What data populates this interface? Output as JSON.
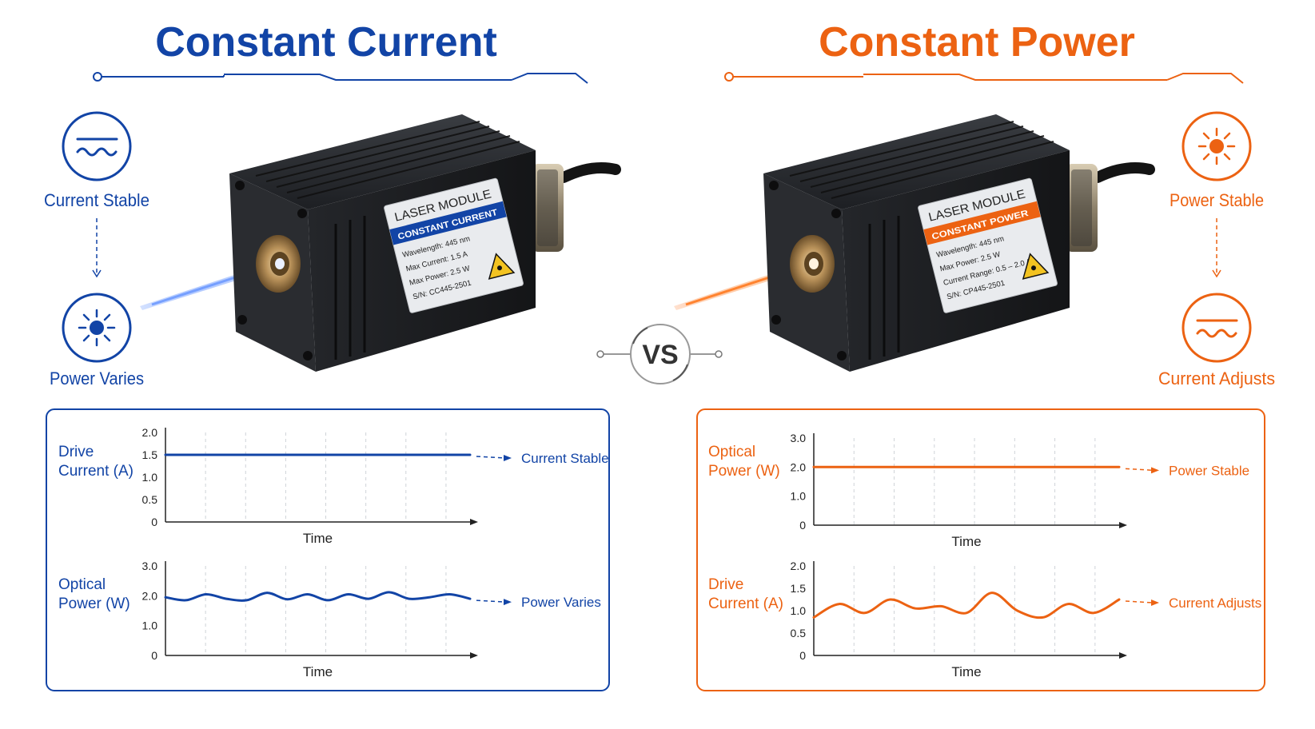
{
  "colors": {
    "blue": "#1244a6",
    "orange": "#ec6212",
    "dark": "#1b1d20",
    "gray": "#9aa0a6"
  },
  "left": {
    "title": "Constant Current",
    "steps": [
      {
        "label": "Current Stable",
        "icon": "wave-icon"
      },
      {
        "label": "Power Varies",
        "icon": "sun-icon"
      }
    ],
    "module": {
      "title": "LASER MODULE",
      "mode": "CONSTANT CURRENT",
      "specs": [
        "Wavelength: 445 nm",
        "Max Current: 1.5 A",
        "Max Power: 2.5 W",
        "S/N: CC445-2501"
      ]
    }
  },
  "right": {
    "title": "Constant Power",
    "steps": [
      {
        "label": "Power Stable",
        "icon": "sun-icon"
      },
      {
        "label": "Current Adjusts",
        "icon": "wave-icon"
      }
    ],
    "module": {
      "title": "LASER MODULE",
      "mode": "CONSTANT POWER",
      "specs": [
        "Wavelength: 445 nm",
        "Max Power: 2.5 W",
        "Current Range: 0.5 – 2.0 A",
        "S/N: CP445-2501"
      ]
    }
  },
  "vs": "VS",
  "chart_data": [
    {
      "type": "line",
      "panel": "left",
      "ylabel": [
        "Drive",
        "Current (A)"
      ],
      "xlabel": "Time",
      "yticks": [
        "0",
        "0.5",
        "1.0",
        "1.5",
        "2.0"
      ],
      "ylim": [
        0,
        2.0
      ],
      "series": [
        {
          "values": [
            1.5,
            1.5,
            1.5,
            1.5,
            1.5,
            1.5,
            1.5,
            1.5,
            1.5,
            1.5,
            1.5,
            1.5,
            1.5
          ]
        }
      ],
      "annotation": "Current Stable"
    },
    {
      "type": "line",
      "panel": "left",
      "ylabel": [
        "Optical",
        "Power (W)"
      ],
      "xlabel": "Time",
      "yticks": [
        "0",
        "1.0",
        "2.0",
        "3.0"
      ],
      "ylim": [
        0,
        3.0
      ],
      "series": [
        {
          "values": [
            1.95,
            1.85,
            2.05,
            1.9,
            1.85,
            2.1,
            1.88,
            2.05,
            1.85,
            2.05,
            1.9,
            2.12,
            1.9,
            1.95,
            2.05,
            1.9
          ]
        }
      ],
      "annotation": "Power Varies"
    },
    {
      "type": "line",
      "panel": "right",
      "ylabel": [
        "Optical",
        "Power (W)"
      ],
      "xlabel": "Time",
      "yticks": [
        "0",
        "1.0",
        "2.0",
        "3.0"
      ],
      "ylim": [
        0,
        3.0
      ],
      "series": [
        {
          "values": [
            2.0,
            2.0,
            2.0,
            2.0,
            2.0,
            2.0,
            2.0,
            2.0,
            2.0,
            2.0,
            2.0,
            2.0,
            2.0
          ]
        }
      ],
      "annotation": "Power Stable"
    },
    {
      "type": "line",
      "panel": "right",
      "ylabel": [
        "Drive",
        "Current (A)"
      ],
      "xlabel": "Time",
      "yticks": [
        "0",
        "0.5",
        "1.0",
        "1.5",
        "2.0"
      ],
      "ylim": [
        0,
        2.0
      ],
      "series": [
        {
          "values": [
            0.85,
            1.15,
            0.95,
            1.25,
            1.05,
            1.1,
            0.95,
            1.4,
            1.0,
            0.85,
            1.15,
            0.95,
            1.25
          ]
        }
      ],
      "annotation": "Current Adjusts"
    }
  ]
}
